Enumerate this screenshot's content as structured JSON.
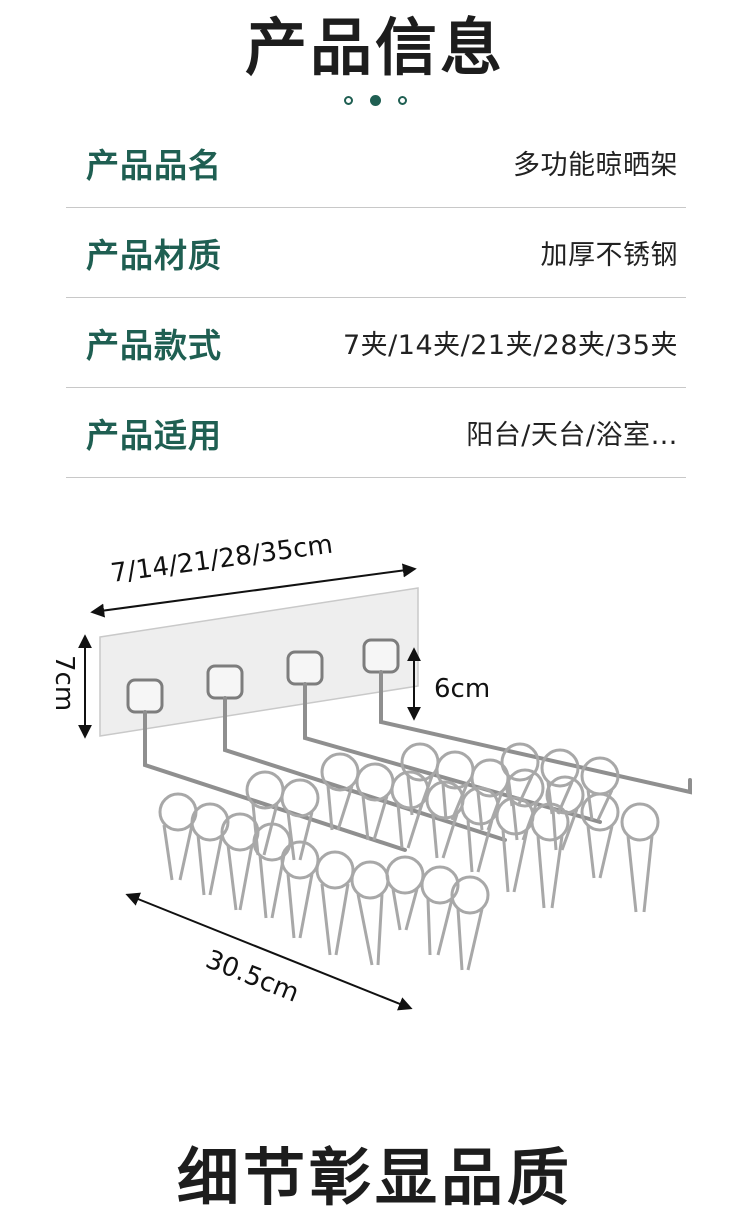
{
  "header": {
    "title": "产品信息"
  },
  "info_rows": [
    {
      "label": "产品品名",
      "value": "多功能晾晒架"
    },
    {
      "label": "产品材质",
      "value": "加厚不锈钢"
    },
    {
      "label": "产品款式",
      "value": "7夹/14夹/21夹/28夹/35夹"
    },
    {
      "label": "产品适用",
      "value": "阳台/天台/浴室…"
    }
  ],
  "dimensions": {
    "width": "7/14/21/28/35cm",
    "height": "7cm",
    "hook_drop": "6cm",
    "depth": "30.5cm"
  },
  "footer": {
    "title": "细节彰显品质"
  },
  "colors": {
    "accent": "#1f5f52"
  }
}
